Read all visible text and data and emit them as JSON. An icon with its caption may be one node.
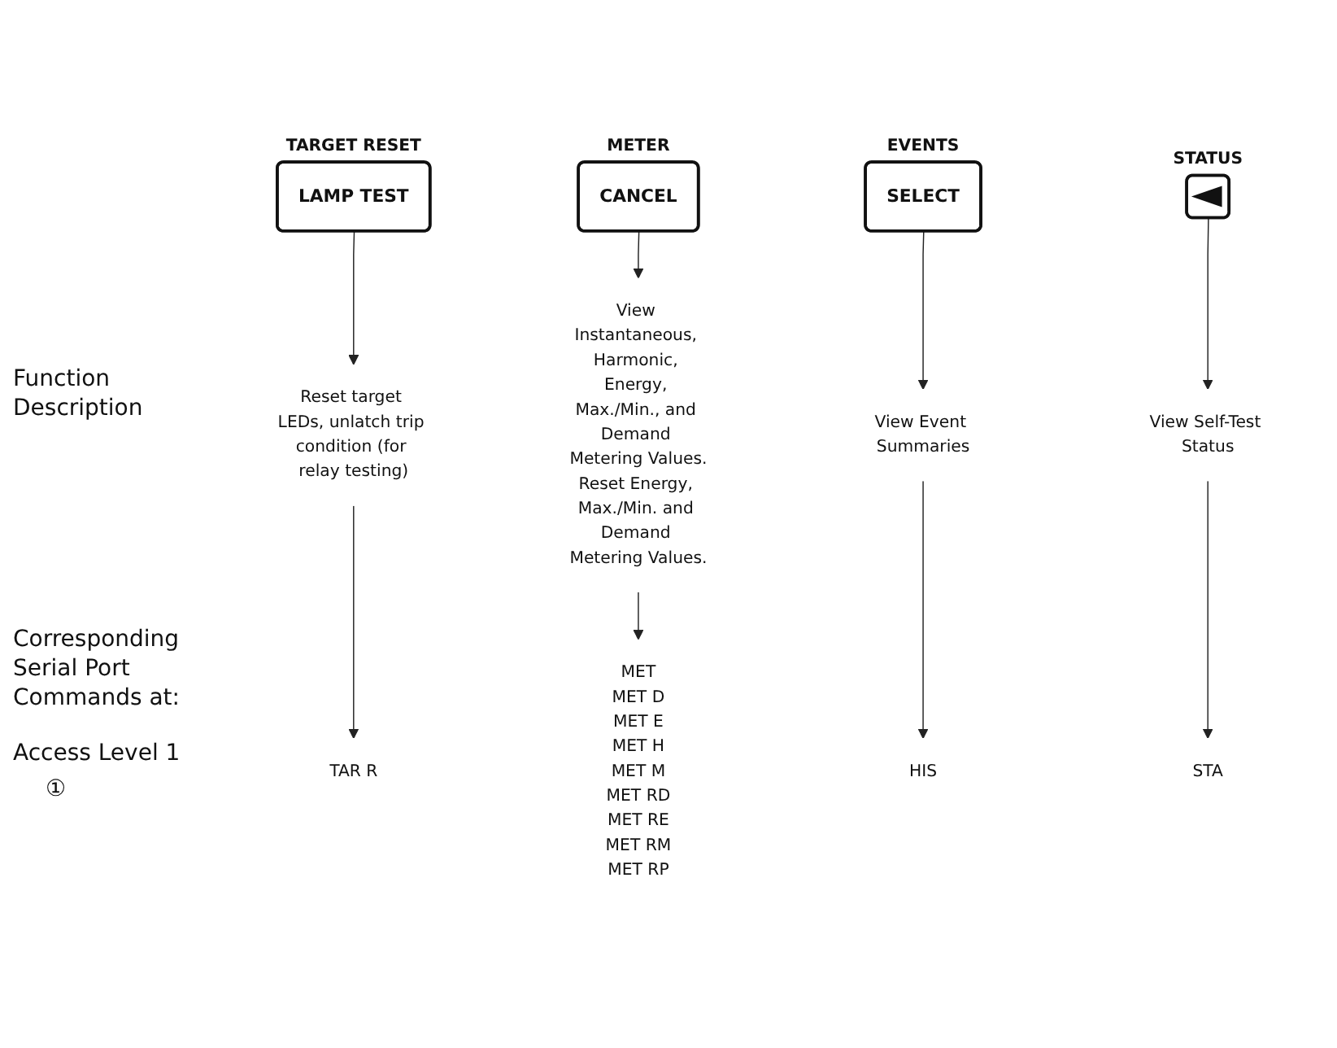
{
  "diagram": {
    "nodes": [
      {
        "text": [
          "LAMP TEST"
        ],
        "beside": [
          "TARGET RESET"
        ]
      },
      {
        "text": [
          "CANCEL"
        ],
        "beside": [
          "METER"
        ]
      },
      {
        "text": [
          "SELECT"
        ],
        "beside": [
          "EVENTS"
        ]
      },
      {
        "text": [],
        "shape": "box",
        "beside": [
          "STATUS"
        ]
      },
      {
        "text": [
          "Reset target LEDs, unlatch trip condition (for relay testing)"
        ]
      },
      {
        "text": [
          "View Instantaneous, Harmonic, Energy, Max./Min., and Demand Metering Values.",
          "Reset Energy, Max./Min. and Demand Metering Values."
        ]
      },
      {
        "text": [
          "View Event Summaries"
        ]
      },
      {
        "text": [
          "View Self-Test Status"
        ]
      },
      {
        "text": [
          "TAR R"
        ]
      },
      {
        "text": [
          "MET",
          "MET D",
          "MET E",
          "MET H",
          "MET M",
          "MET RD",
          "MET RE",
          "MET RM",
          "MET RP"
        ]
      },
      {
        "text": [
          "HIS"
        ]
      },
      {
        "text": [
          "STA"
        ]
      }
    ],
    "edges": [
      {
        "from": 0,
        "to": 4,
        "arrow": "to"
      },
      {
        "from": 1,
        "to": 5,
        "arrow": "to"
      },
      {
        "from": 2,
        "to": 6,
        "arrow": "to"
      },
      {
        "from": 3,
        "to": 7,
        "arrow": "to"
      },
      {
        "from": 4,
        "to": 8,
        "arrow": "to"
      },
      {
        "from": 5,
        "to": 9,
        "arrow": "to"
      },
      {
        "from": 6,
        "to": 10,
        "arrow": "to"
      },
      {
        "from": 7,
        "to": 11,
        "arrow": "to"
      }
    ],
    "labels": [
      "Function Description",
      "Corresponding Serial Port Commands at:",
      "Access Level 1",
      "①"
    ]
  }
}
